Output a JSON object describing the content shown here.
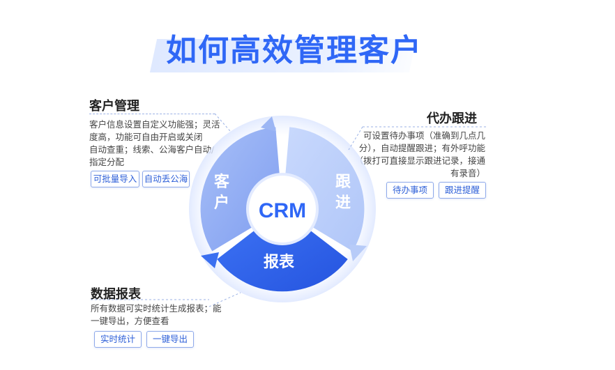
{
  "title": "如何高效管理客户",
  "center_label": "CRM",
  "segments": {
    "customer": "客户",
    "follow": "跟进",
    "report": "报表"
  },
  "customer_management": {
    "heading": "客户管理",
    "desc": [
      "客户信息设置自定义功能强；灵活",
      "度高，功能可自由开启或关闭",
      "自动查重；线索、公海客户自动/",
      "指定分配"
    ],
    "tags": [
      "可批量导入",
      "自动丢公海"
    ]
  },
  "follow_up": {
    "heading": "代办跟进",
    "desc": [
      "可设置待办事项（准确到几点几",
      "分），自动提醒跟进；有外呼功能",
      "（拨打可直接显示跟进记录，接通",
      "有录音）"
    ],
    "tags": [
      "待办事项",
      "跟进提醒"
    ]
  },
  "reports": {
    "heading": "数据报表",
    "desc": [
      "所有数据可实时统计生成报表；能",
      "一键导出，方便查看"
    ],
    "tags": [
      "实时统计",
      "一键导出"
    ]
  },
  "colors": {
    "primary": "#2f67f6",
    "customer_segment": "#8aa8f3",
    "follow_segment": "#bcd0fb",
    "report_segment": "#2f63ea"
  }
}
